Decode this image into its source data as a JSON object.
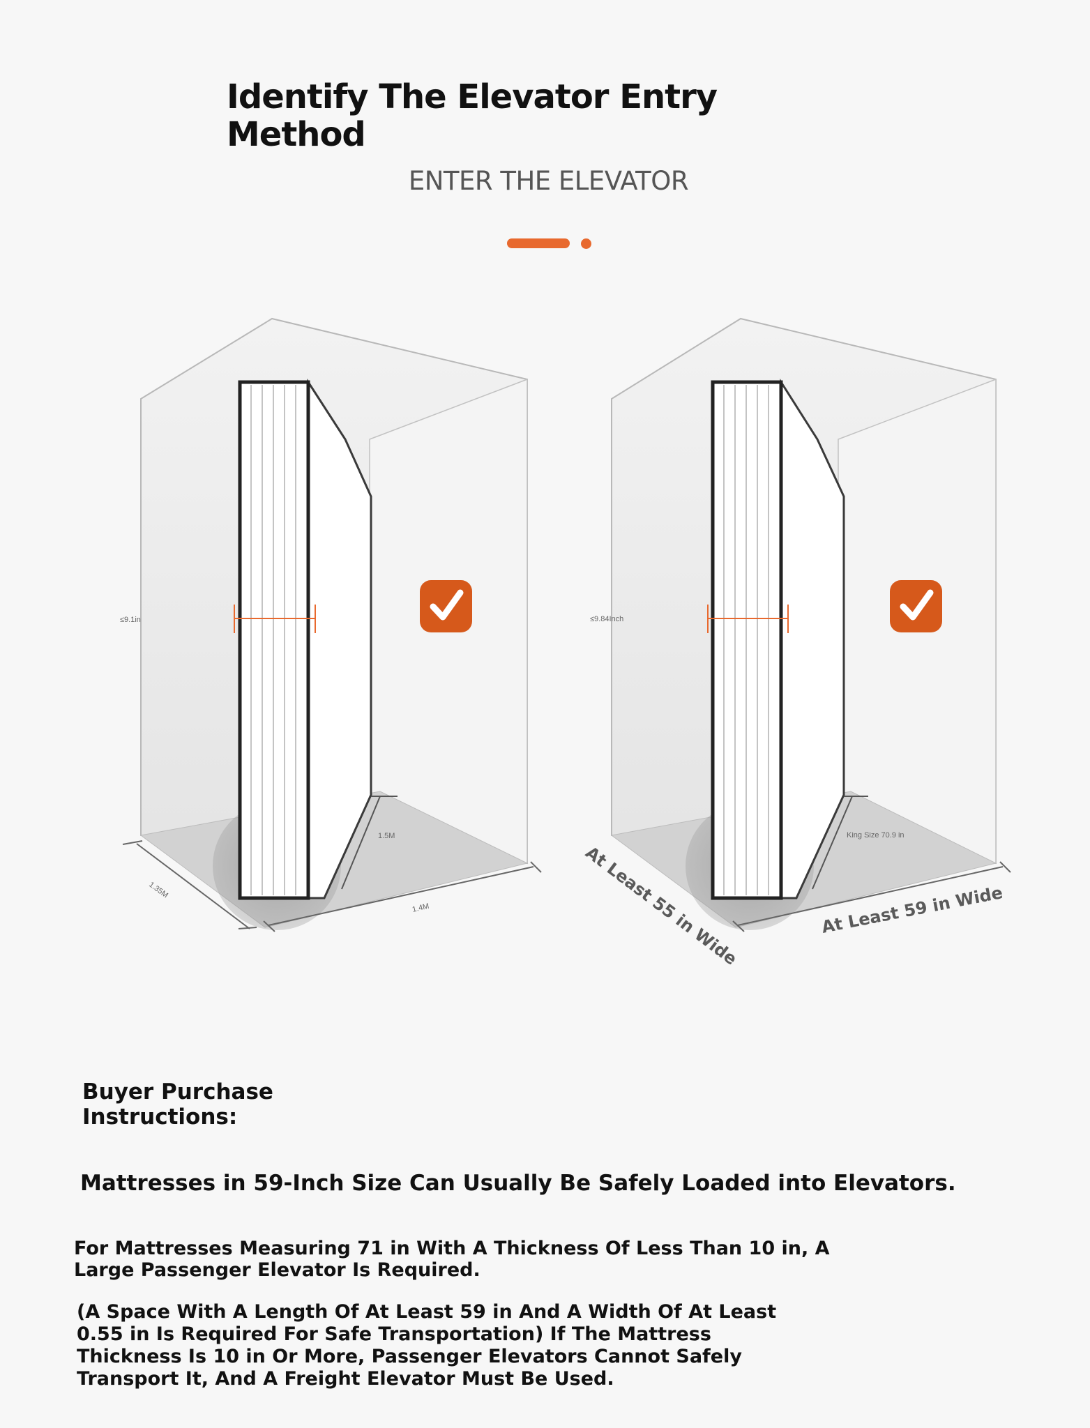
{
  "header": {
    "title": "Identify The Elevator Entry Method",
    "subtitle": "ENTER THE ELEVATOR"
  },
  "colors": {
    "accent": "#e8692e",
    "check_badge": "#d6591b",
    "line": "#2a2a2a",
    "wall": "#ececec"
  },
  "left_diagram": {
    "thickness_label": "≤9.1in",
    "height_label": "1.5M",
    "depth_label": "1.35M",
    "width_label": "1.4M",
    "check_icon": "checkmark-badge-icon"
  },
  "right_diagram": {
    "thickness_label": "≤9.84Inch",
    "height_label": "King Size 70.9 in",
    "depth_label": "At Least 55 in Wide",
    "width_label": "At Least 59 in Wide",
    "check_icon": "checkmark-badge-icon"
  },
  "instructions": {
    "heading": "Buyer Purchase Instructions:",
    "note_1": "Mattresses in 59-Inch Size Can Usually Be Safely Loaded into Elevators.",
    "note_2": "For Mattresses Measuring 71 in With A Thickness Of Less Than 10 in, A Large Passenger Elevator Is Required.",
    "note_3": "(A Space With A Length Of At Least 59 in And A Width Of At Least 0.55 in Is Required For Safe Transportation) If The Mattress Thickness Is 10 in Or More, Passenger Elevators Cannot Safely Transport It, And A Freight Elevator Must Be Used."
  }
}
